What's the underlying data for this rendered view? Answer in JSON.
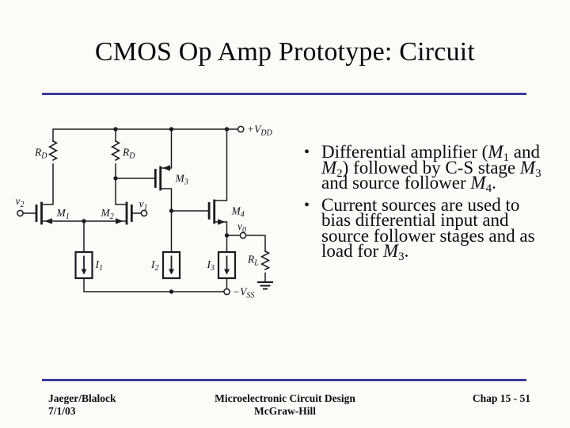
{
  "slide": {
    "title": "CMOS Op Amp Prototype: Circuit",
    "accent_color": "#3b3b9d",
    "background_color": "#fcfbf8"
  },
  "bullets": [
    {
      "segments": [
        {
          "t": "Differential amplifier ("
        },
        {
          "v": "M",
          "s": "1"
        },
        {
          "t": " and "
        },
        {
          "v": "M",
          "s": "2"
        },
        {
          "t": ") followed by C-S stage "
        },
        {
          "v": "M",
          "s": "3"
        },
        {
          "t": " and source follower "
        },
        {
          "v": "M",
          "s": "4"
        },
        {
          "t": "."
        }
      ]
    },
    {
      "segments": [
        {
          "t": "Current sources are used to bias differential input and source follower stages and as load for "
        },
        {
          "v": "M",
          "s": "3"
        },
        {
          "t": "."
        }
      ]
    }
  ],
  "circuit": {
    "labels": {
      "rd1": {
        "main": "R",
        "sub": "D"
      },
      "rd2": {
        "main": "R",
        "sub": "D"
      },
      "m1": {
        "main": "M",
        "sub": "1"
      },
      "m2": {
        "main": "M",
        "sub": "2"
      },
      "m3": {
        "main": "M",
        "sub": "3"
      },
      "m4": {
        "main": "M",
        "sub": "4"
      },
      "i1": {
        "main": "I",
        "sub": "1"
      },
      "i2": {
        "main": "I",
        "sub": "2"
      },
      "i3": {
        "main": "I",
        "sub": "3"
      },
      "v2": {
        "main": "v",
        "sub": "2"
      },
      "v1": {
        "main": "v",
        "sub": "1"
      },
      "v0": {
        "main": "v",
        "sub": "0"
      },
      "rl": {
        "main": "R",
        "sub": "L"
      },
      "vdd": {
        "main": "+V",
        "sub": "DD"
      },
      "vss": {
        "main": "−V",
        "sub": "SS"
      }
    }
  },
  "footer": {
    "left1": "Jaeger/Blalock",
    "left2": "7/1/03",
    "center1": "Microelectronic Circuit Design",
    "center2": "McGraw-Hill",
    "right": "Chap 15 - 51"
  }
}
